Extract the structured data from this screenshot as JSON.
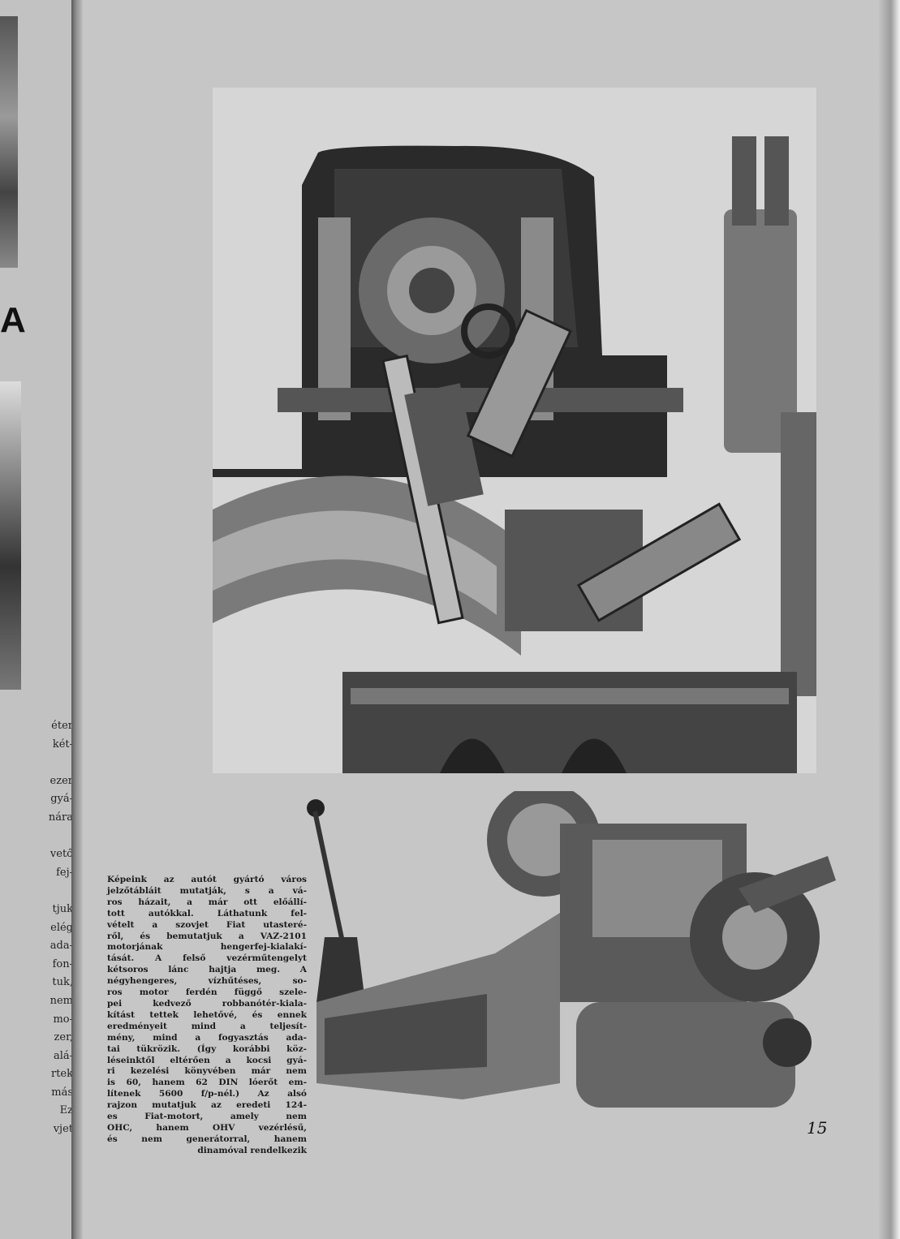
{
  "previous_page": {
    "heading_letter": "A",
    "text_fragments": [
      "éter",
      "két-",
      "",
      "ezer",
      "gyá-",
      "nára",
      "",
      "vető",
      "fej-",
      "",
      "tjuk",
      "elég",
      "ada-",
      "fon-",
      "tuk,",
      "nem",
      "mo-",
      "zer,",
      "alá-",
      "rtek",
      "más",
      "Ez",
      "vjet"
    ]
  },
  "caption": {
    "lines": [
      "Képeink az autót gyártó város",
      "jelzőtábláit mutatják, s a vá-",
      "ros házait, a már ott előállí-",
      "tott autókkal. Láthatunk fel-",
      "vételt a szovjet Fiat utasteré-",
      "ről, és bemutatjuk a VAZ-2101",
      "motorjának hengerfej-kialakí-",
      "tását. A felső vezérműtengelyt",
      "kétsoros lánc hajtja meg. A",
      "négyhengeres, vízhűtéses, so-",
      "ros motor ferdén függő szele-",
      "pei kedvező robbanótér-kiala-",
      "kítást tettek lehetővé, és ennek",
      "eredményeit mind a teljesít-",
      "mény, mind a fogyasztás ada-",
      "tai tükrözik. (Így korábbi köz-",
      "léseinktől eltérően a kocsi gyá-",
      "ri kezelési könyvében már nem",
      "is 60, hanem 62 DIN lóerőt em-",
      "lítenek 5600 f/p-nél.) Az alsó",
      "rajzon mutatjuk az eredeti 124-",
      "es Fiat-motort, amely nem",
      "OHC, hanem OHV vezérlésű,",
      "és nem generátorral, hanem",
      "dinamóval rendelkezik"
    ]
  },
  "page_number": "15"
}
